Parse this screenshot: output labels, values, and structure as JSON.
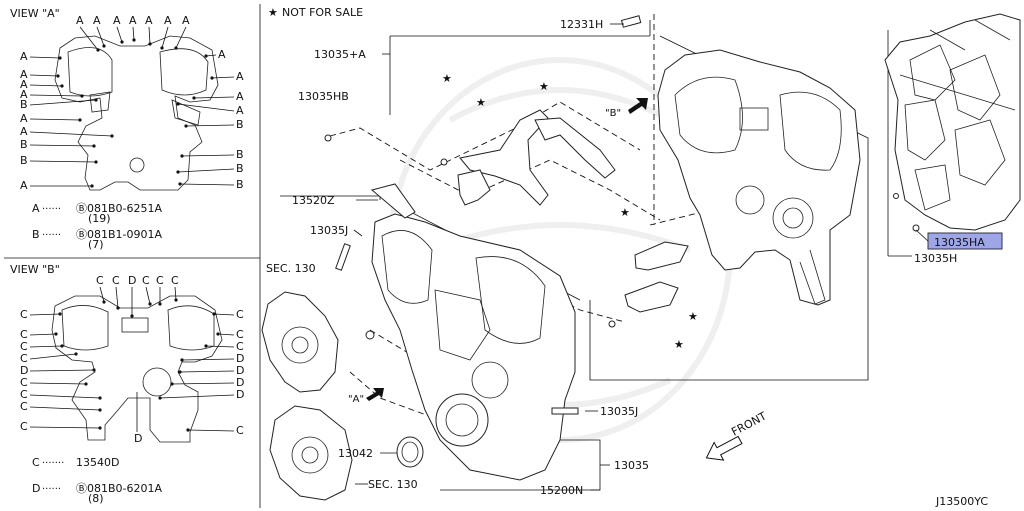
{
  "legend": {
    "star_symbol": "★",
    "star_text": "NOT FOR SALE"
  },
  "view_a": {
    "title": "VIEW \"A\"",
    "top_labels": [
      "A",
      "A",
      "A",
      "A",
      "A",
      "A",
      "A"
    ],
    "left_labels": [
      "A",
      "A",
      "A",
      "A",
      "B",
      "A",
      "A",
      "B",
      "B",
      "A"
    ],
    "right_labels": [
      "A",
      "A",
      "A",
      "A",
      "B",
      "B",
      "B",
      "B"
    ],
    "key_a": {
      "letter": "A",
      "dots": "······",
      "ref": "Ⓑ081B0-6251A",
      "qty": "(19)"
    },
    "key_b": {
      "letter": "B",
      "dots": "······",
      "ref": "Ⓑ081B1-0901A",
      "qty": "(7)"
    }
  },
  "view_b": {
    "title": "VIEW \"B\"",
    "top_labels": [
      "C",
      "C",
      "D",
      "C",
      "C",
      "C"
    ],
    "left_labels": [
      "C",
      "C",
      "C",
      "C",
      "D",
      "C",
      "C",
      "C",
      "C"
    ],
    "right_labels": [
      "C",
      "C",
      "C",
      "D",
      "D",
      "D",
      "D",
      "C"
    ],
    "bottom_label": "D",
    "key_c": {
      "letter": "C",
      "dots": "·······",
      "ref": "13540D"
    },
    "key_d": {
      "letter": "D",
      "dots": "······",
      "ref": "Ⓑ081B0-6201A",
      "qty": "(8)"
    }
  },
  "callouts": {
    "p12331H": "12331H",
    "p13035A": "13035+A",
    "p13035HB": "13035HB",
    "p13520Z": "13520Z",
    "p13035J_top": "13035J",
    "sec130_top": "SEC. 130",
    "p13035J_bottom": "13035J",
    "p13042": "13042",
    "p13035": "13035",
    "sec130_bottom": "SEC. 130",
    "p15200N": "15200N",
    "p13035HA": "13035HA",
    "p13035H": "13035H",
    "view_b_marker": "\"B\"",
    "view_a_marker": "\"A\"",
    "front": "FRONT",
    "diagram_code": "J13500YC"
  },
  "colors": {
    "highlight": "#9ea6e8",
    "line": "#111111"
  }
}
